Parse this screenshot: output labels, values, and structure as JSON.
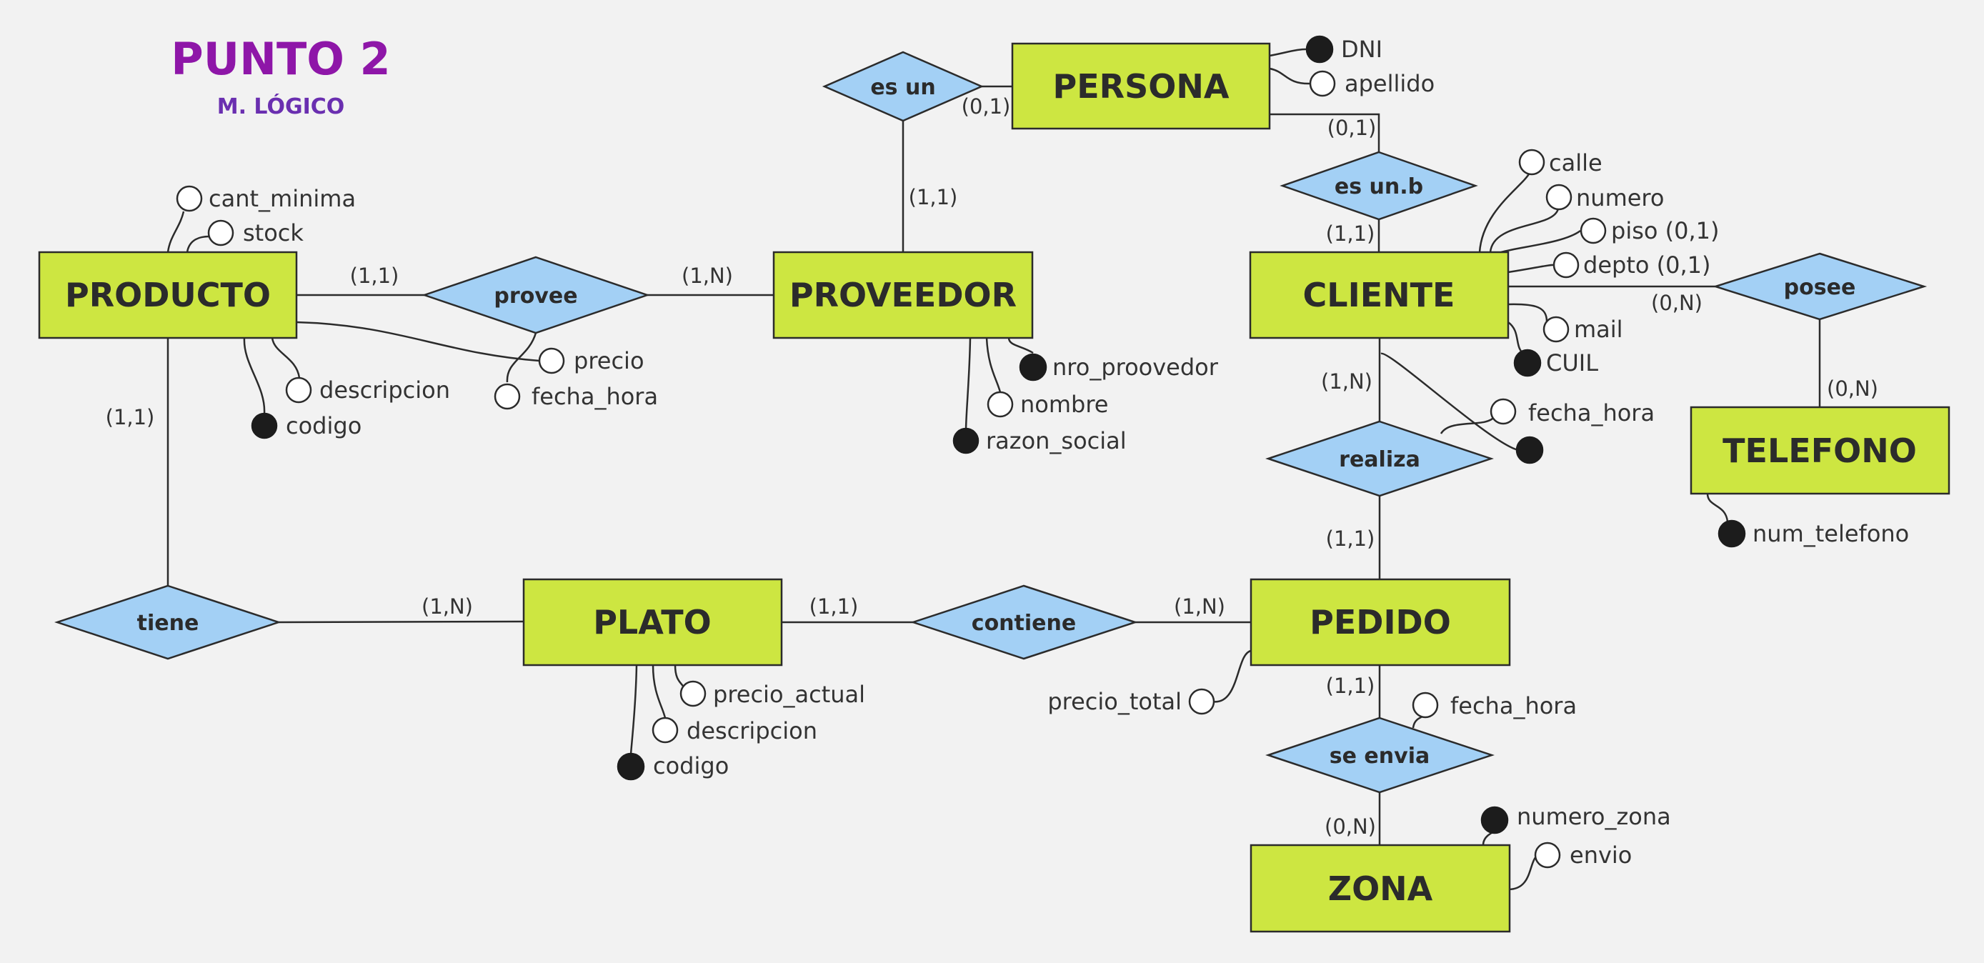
{
  "title": "PUNTO 2",
  "subtitle": "M. LÓGICO",
  "entities": {
    "persona": "PERSONA",
    "producto": "PRODUCTO",
    "proveedor": "PROVEEDOR",
    "cliente": "CLIENTE",
    "telefono": "TELEFONO",
    "plato": "PLATO",
    "pedido": "PEDIDO",
    "zona": "ZONA"
  },
  "relationships": {
    "es_un": "es un",
    "es_un_b": "es un.b",
    "provee": "provee",
    "posee": "posee",
    "realiza": "realiza",
    "tiene": "tiene",
    "contiene": "contiene",
    "se_envia": "se envia"
  },
  "cardinalities": {
    "es_un_persona": "(0,1)",
    "es_un_proveedor": "(1,1)",
    "es_un_b_persona": "(0,1)",
    "es_un_b_cliente": "(1,1)",
    "provee_producto": "(1,1)",
    "provee_proveedor": "(1,N)",
    "posee_cliente": "(0,N)",
    "posee_telefono": "(0,N)",
    "realiza_cliente": "(1,N)",
    "realiza_pedido": "(1,1)",
    "tiene_producto": "(1,1)",
    "tiene_plato": "(1,N)",
    "contiene_plato": "(1,1)",
    "contiene_pedido": "(1,N)",
    "se_envia_pedido": "(1,1)",
    "se_envia_zona": "(0,N)"
  },
  "attributes": {
    "persona_dni": "DNI",
    "persona_apellido": "apellido",
    "producto_cant_minima": "cant_minima",
    "producto_stock": "stock",
    "producto_descripcion": "descripcion",
    "producto_codigo": "codigo",
    "provee_precio": "precio",
    "provee_fecha_hora": "fecha_hora",
    "proveedor_nro_proovedor": "nro_proovedor",
    "proveedor_nombre": "nombre",
    "proveedor_razon_social": "razon_social",
    "cliente_calle": "calle",
    "cliente_numero": "numero",
    "cliente_piso": "piso (0,1)",
    "cliente_depto": "depto (0,1)",
    "cliente_mail": "mail",
    "cliente_cuil": "CUIL",
    "realiza_fecha_hora": "fecha_hora",
    "telefono_num_telefono": "num_telefono",
    "plato_precio_actual": "precio_actual",
    "plato_descripcion": "descripcion",
    "plato_codigo": "codigo",
    "pedido_precio_total": "precio_total",
    "se_envia_fecha_hora": "fecha_hora",
    "zona_numero_zona": "numero_zona",
    "zona_envio": "envio"
  },
  "colors": {
    "entity_fill": "#cde641",
    "relationship_fill": "#a3d0f5",
    "title": "#8e16a8",
    "subtitle": "#6a2fb0",
    "key_attribute": "#1c1c1c"
  }
}
